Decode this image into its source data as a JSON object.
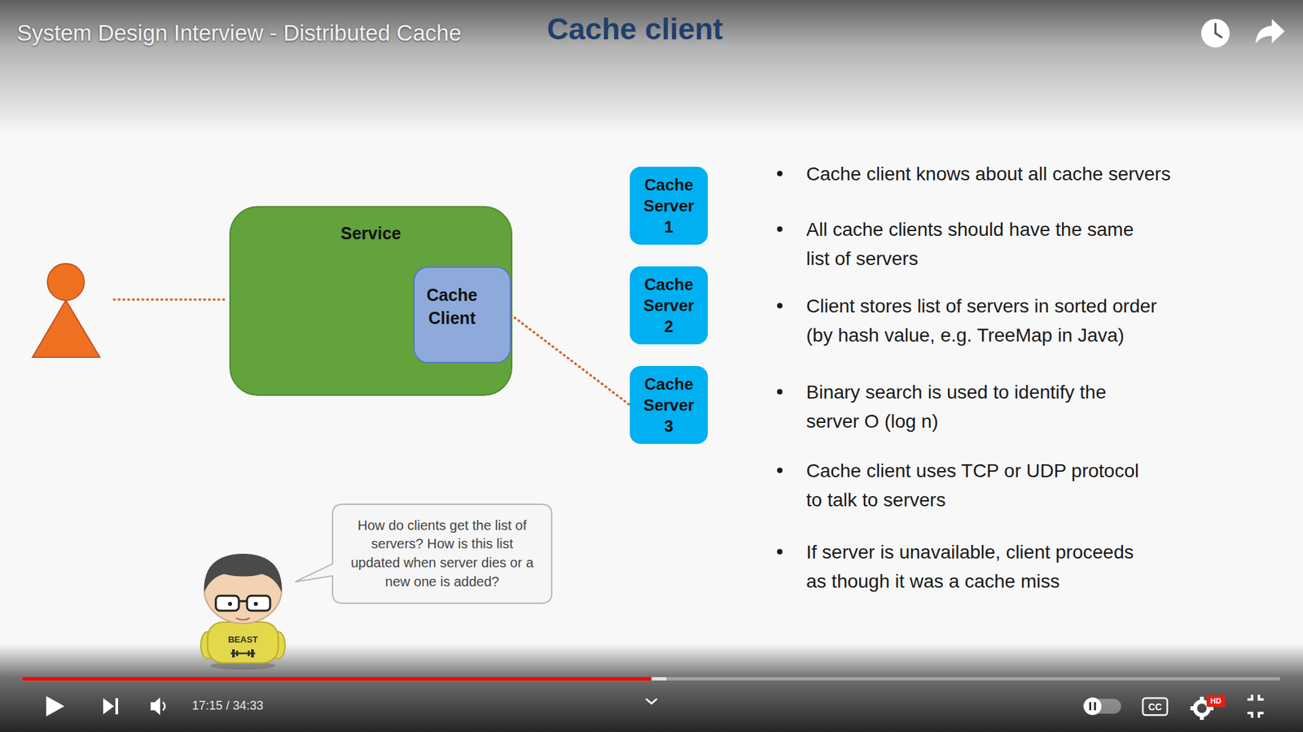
{
  "diagram": {
    "title": "Cache client",
    "nodes": [
      {
        "text": [
          "Service"
        ]
      },
      {
        "text": [
          "Cache Client"
        ],
        "in": 0
      },
      {
        "text": [
          "Cache Server 1"
        ]
      },
      {
        "text": [
          "Cache Server 2"
        ]
      },
      {
        "text": [
          "Cache Server 3"
        ]
      },
      {
        "text": [
          "How do clients get the list of servers? How is this list updated when server dies or a new one is added?"
        ]
      }
    ],
    "edges": [
      {
        "from": 1,
        "to": 4,
        "arrow": "none"
      }
    ],
    "labels": [
      "System Design Interview - Distributed Cache",
      "Cache client knows about all cache servers",
      "All cache clients should have the same list of servers",
      "Client stores list of servers in sorted order (by hash value, e.g. TreeMap in Java)",
      "Binary search is used to identify the server O (log n)",
      "Cache client uses TCP or UDP protocol to talk to servers",
      "If server is unavailable, client proceeds as though it was a cache miss",
      "BEAST",
      "17:15 / 34:33",
      "CC",
      "HD"
    ]
  }
}
